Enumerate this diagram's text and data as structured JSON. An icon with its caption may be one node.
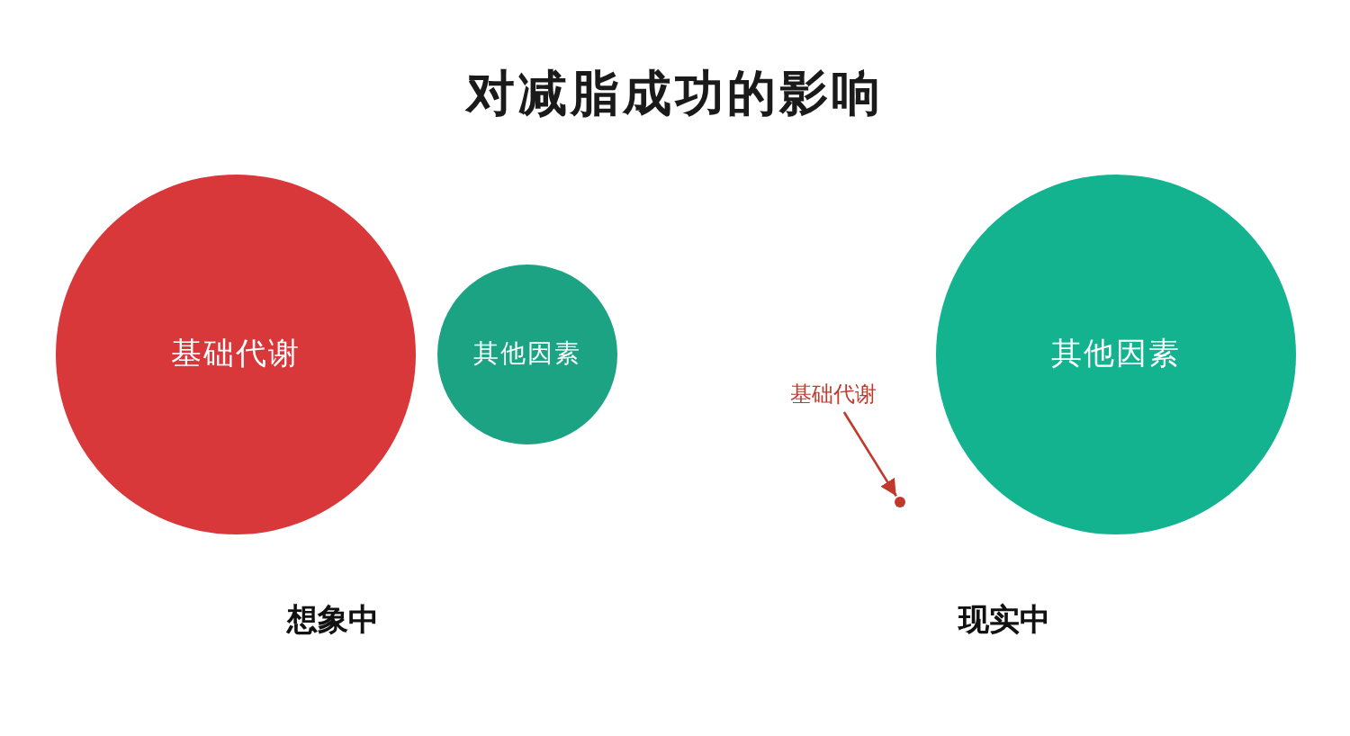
{
  "diagram": {
    "title": "对减脂成功的影响",
    "nodes": [
      {
        "text": [
          "基础代谢"
        ]
      },
      {
        "text": [
          "其他因素"
        ]
      },
      {
        "text": [
          "基础代谢"
        ]
      },
      {
        "text": [],
        "shape": "circle"
      },
      {
        "text": [
          "其他因素"
        ]
      }
    ],
    "edges": [
      {
        "from": 2,
        "to": 3,
        "arrow": "to"
      }
    ],
    "labels": [
      "想象中",
      "现实中"
    ]
  }
}
